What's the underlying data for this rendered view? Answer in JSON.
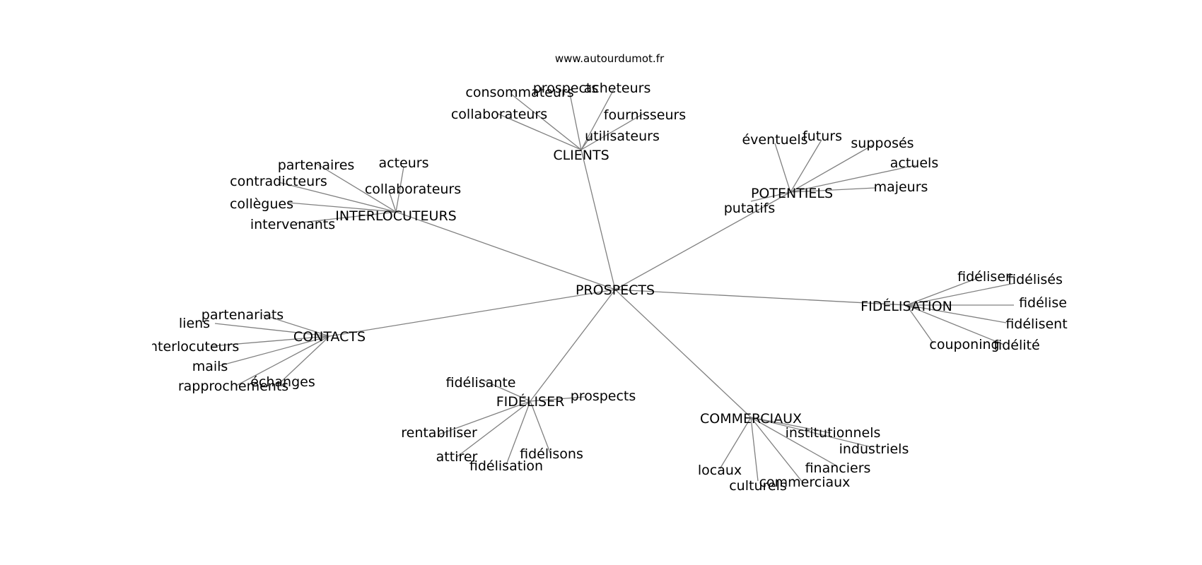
{
  "header": {
    "site": "www.autourdumot.fr"
  },
  "graph": {
    "center": "PROSPECTS",
    "branches": [
      {
        "id": "clients",
        "label": "CLIENTS",
        "leaves": [
          "prospects",
          "acheteurs",
          "consommateurs",
          "collaborateurs",
          "fournisseurs",
          "utilisateurs"
        ]
      },
      {
        "id": "potentiels",
        "label": "POTENTIELS",
        "leaves": [
          "éventuels",
          "futurs",
          "supposés",
          "actuels",
          "majeurs",
          "putatifs"
        ]
      },
      {
        "id": "interlocuteurs",
        "label": "INTERLOCUTEURS",
        "leaves": [
          "partenaires",
          "acteurs",
          "collaborateurs",
          "contradicteurs",
          "collègues",
          "intervenants"
        ]
      },
      {
        "id": "fidelisation",
        "label": "FIDÉLISATION",
        "leaves": [
          "fidéliser",
          "fidélisés",
          "fidélise",
          "fidélisent",
          "couponing",
          "fidélité"
        ]
      },
      {
        "id": "contacts",
        "label": "CONTACTS",
        "leaves": [
          "partenariats",
          "liens",
          "interlocuteurs",
          "mails",
          "échanges",
          "rapprochements"
        ]
      },
      {
        "id": "fideliser",
        "label": "FIDÉLISER",
        "leaves": [
          "fidélisante",
          "prospects",
          "rentabiliser",
          "attirer",
          "fidélisons",
          "fidélisation"
        ]
      },
      {
        "id": "commerciaux",
        "label": "COMMERCIAUX",
        "leaves": [
          "institutionnels",
          "industriels",
          "financiers",
          "locaux",
          "culturels",
          "commerciaux"
        ]
      }
    ]
  }
}
